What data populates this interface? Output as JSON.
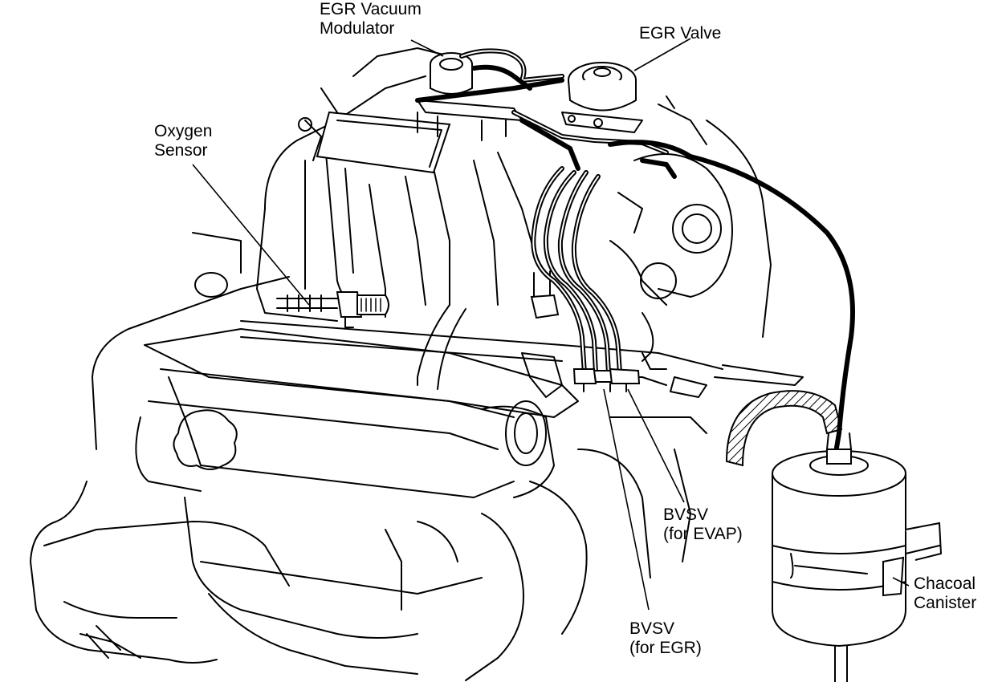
{
  "labels": {
    "egr_vacuum_modulator": [
      "EGR Vacuum",
      "Modulator"
    ],
    "egr_valve": [
      "EGR Valve"
    ],
    "oxygen_sensor": [
      "Oxygen",
      "Sensor"
    ],
    "bvsv_evap": [
      "BVSV",
      "(for EVAP)"
    ],
    "bvsv_egr": [
      "BVSV",
      "(for EGR)"
    ],
    "charcoal_canister": [
      "Chacoal",
      "Canister"
    ]
  }
}
